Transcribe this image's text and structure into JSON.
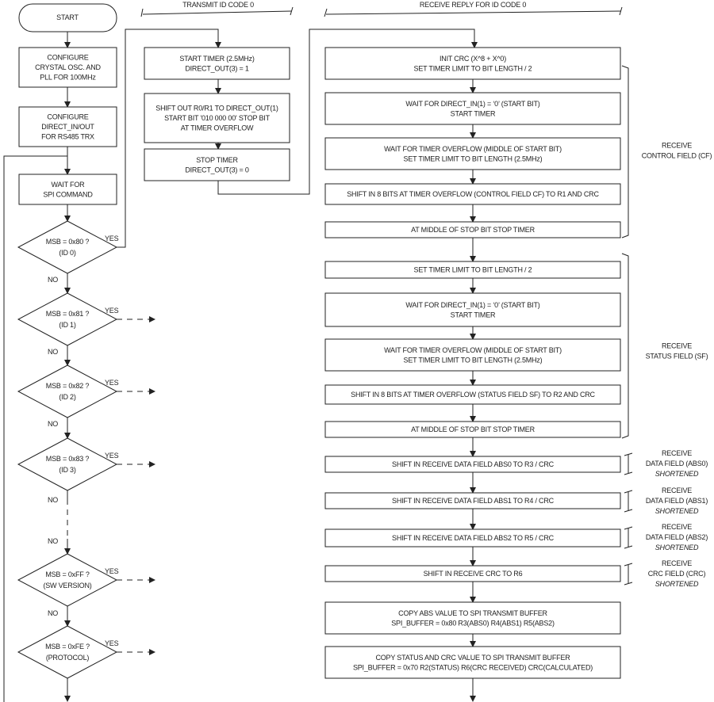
{
  "headers": {
    "transmit": "TRANSMIT ID CODE 0",
    "receive": "RECEIVE REPLY FOR ID CODE 0"
  },
  "main": {
    "start": "START",
    "steps": [
      [
        "CONFIGURE",
        "CRYSTAL OSC. AND",
        "PLL FOR 100MHz"
      ],
      [
        "CONFIGURE",
        "DIRECT_IN/OUT",
        "FOR RS485 TRX"
      ],
      [
        "WAIT FOR",
        "SPI COMMAND"
      ]
    ],
    "decisions": [
      [
        "MSB = 0x80 ?",
        "(ID 0)"
      ],
      [
        "MSB = 0x81 ?",
        "(ID 1)"
      ],
      [
        "MSB = 0x82 ?",
        "(ID 2)"
      ],
      [
        "MSB = 0x83 ?",
        "(ID 3)"
      ],
      [
        "MSB = 0xFF ?",
        "(SW VERSION)"
      ],
      [
        "MSB = 0xFE ?",
        "(PROTOCOL)"
      ]
    ],
    "yes": "YES",
    "no": "NO"
  },
  "transmit": [
    [
      "START TIMER (2.5MHz)",
      "DIRECT_OUT(3) = 1"
    ],
    [
      "SHIFT OUT R0/R1 TO DIRECT_OUT(1)",
      "START BIT '010 000 00' STOP BIT",
      "AT TIMER OVERFLOW"
    ],
    [
      "STOP TIMER",
      "DIRECT_OUT(3) = 0"
    ]
  ],
  "receive": [
    [
      "INIT CRC (X^8 + X^0)",
      "SET TIMER LIMIT TO BIT LENGTH / 2"
    ],
    [
      "WAIT FOR DIRECT_IN(1) = ‘0’ (START BIT)",
      "START TIMER"
    ],
    [
      "WAIT FOR TIMER OVERFLOW (MIDDLE OF START BIT)",
      "SET TIMER LIMIT TO BIT LENGTH (2.5MHz)"
    ],
    [
      "SHIFT IN 8 BITS AT TIMER OVERFLOW (CONTROL FIELD CF) TO R1 AND CRC"
    ],
    [
      "AT MIDDLE OF STOP BIT STOP TIMER"
    ],
    [
      "SET TIMER LIMIT TO BIT LENGTH / 2"
    ],
    [
      "WAIT FOR DIRECT_IN(1) = ‘0’ (START BIT)",
      "START TIMER"
    ],
    [
      "WAIT FOR TIMER OVERFLOW (MIDDLE OF START BIT)",
      "SET TIMER LIMIT TO BIT LENGTH (2.5MHz)"
    ],
    [
      "SHIFT IN 8 BITS AT TIMER OVERFLOW (STATUS FIELD SF) TO R2 AND CRC"
    ],
    [
      "AT MIDDLE OF STOP BIT STOP TIMER"
    ],
    [
      "SHIFT IN RECEIVE DATA FIELD ABS0 TO R3 / CRC"
    ],
    [
      "SHIFT IN RECEIVE DATA FIELD ABS1 TO R4 / CRC"
    ],
    [
      "SHIFT IN RECEIVE DATA FIELD ABS2 TO R5 / CRC"
    ],
    [
      "SHIFT IN RECEIVE CRC TO R6"
    ],
    [
      "COPY ABS VALUE TO SPI TRANSMIT BUFFER",
      "SPI_BUFFER = 0x80 R3(ABS0) R4(ABS1) R5(ABS2)"
    ],
    [
      "COPY STATUS AND CRC VALUE TO SPI TRANSMIT BUFFER",
      "SPI_BUFFER = 0x70 R2(STATUS) R6(CRC RECEIVED) CRC(CALCULATED)"
    ]
  ],
  "brackets": [
    {
      "lines": [
        "RECEIVE",
        "CONTROL FIELD (CF)"
      ]
    },
    {
      "lines": [
        "RECEIVE",
        "STATUS FIELD (SF)"
      ]
    },
    {
      "lines": [
        "RECEIVE",
        "DATA FIELD (ABS0)"
      ],
      "note": "SHORTENED"
    },
    {
      "lines": [
        "RECEIVE",
        "DATA FIELD (ABS1)"
      ],
      "note": "SHORTENED"
    },
    {
      "lines": [
        "RECEIVE",
        "DATA FIELD (ABS2)"
      ],
      "note": "SHORTENED"
    },
    {
      "lines": [
        "RECEIVE",
        "CRC FIELD (CRC)"
      ],
      "note": "SHORTENED"
    }
  ]
}
